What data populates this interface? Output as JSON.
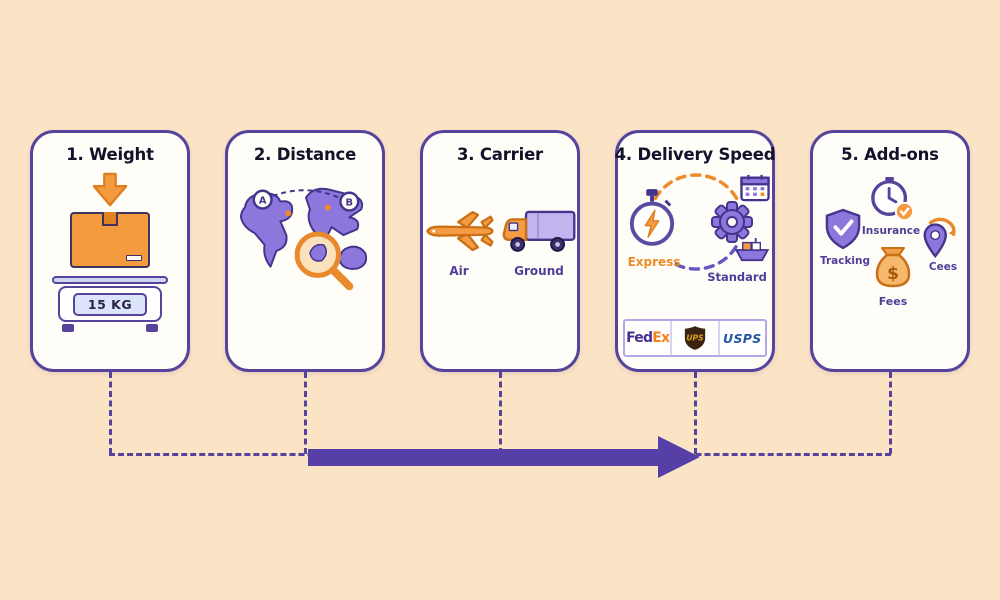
{
  "steps": [
    {
      "title": "1. Weight",
      "scale_reading": "15 KG"
    },
    {
      "title": "2. Distance",
      "point_a": "A",
      "point_b": "B"
    },
    {
      "title": "3. Carrier",
      "air_label": "Air",
      "ground_label": "Ground"
    },
    {
      "title": "4. Delivery Speed",
      "express_label": "Express",
      "standard_label": "Standard",
      "carriers": {
        "fedex_part1": "Fed",
        "fedex_part2": "Ex",
        "ups": "UPS",
        "usps": "USPS"
      }
    },
    {
      "title": "5. Add-ons",
      "tracking_label": "Tracking",
      "insurance_label": "Insurance",
      "fees_label": "Fees",
      "fees_symbol": "$",
      "cees_label": "Cees"
    }
  ],
  "colors": {
    "background": "#fbe3c6",
    "card_border": "#56449c",
    "accent_orange": "#f0913a",
    "accent_purple": "#4f3e98",
    "arrow": "#5640a8"
  }
}
